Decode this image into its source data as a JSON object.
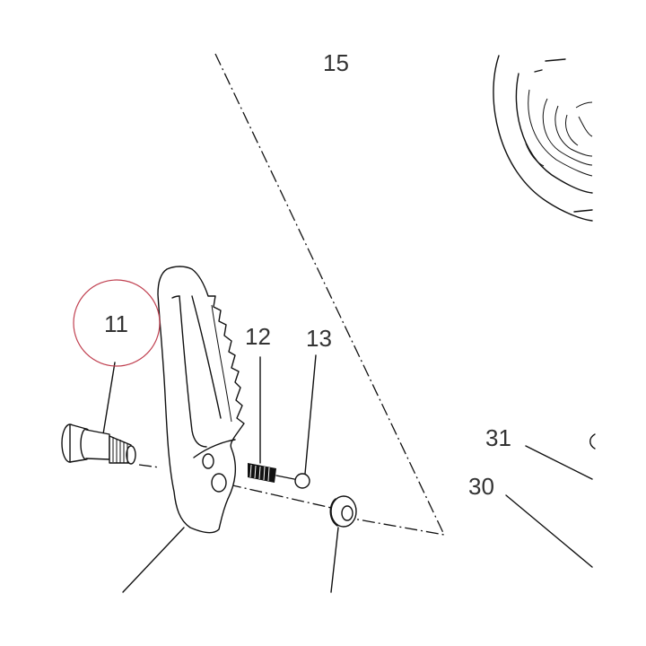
{
  "labels": {
    "callout_15": "15",
    "callout_11": "11",
    "callout_12": "12",
    "callout_13": "13",
    "callout_31": "31",
    "callout_30": "30"
  },
  "highlight": {
    "callout": "11",
    "color": "#c04050"
  },
  "colors": {
    "line": "#111111",
    "label": "#333333",
    "background": "#ffffff"
  }
}
